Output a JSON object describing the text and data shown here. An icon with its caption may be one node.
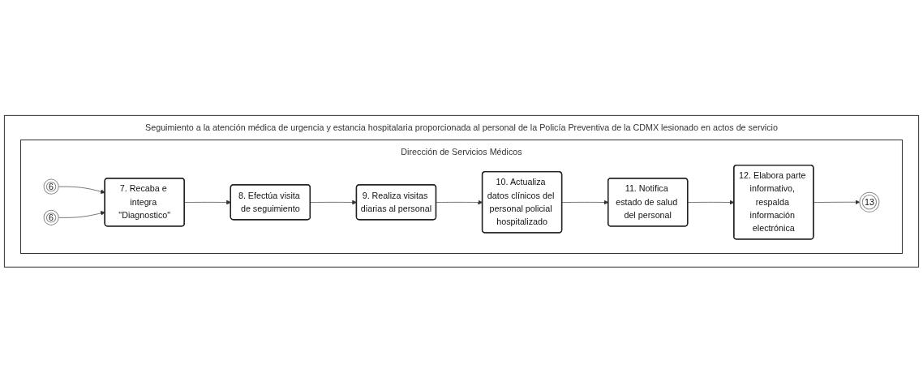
{
  "diagram": {
    "nodes": [
      {
        "text": [
          "Seguimiento a la atención médica de urgencia y estancia hospitalaria proporcionada al personal de la Policía Preventiva de la CDMX lesionado en actos de servicio"
        ]
      },
      {
        "text": [
          "Dirección de Servicios Médicos"
        ],
        "in": 0
      },
      {
        "text": [
          "6"
        ],
        "in": 1
      },
      {
        "text": [
          "6"
        ],
        "in": 1
      },
      {
        "text": [
          "7. Recaba e integra \"Diagnostico\""
        ],
        "in": 1
      },
      {
        "text": [
          "8. Efectúa visita de seguimiento"
        ],
        "in": 1
      },
      {
        "text": [
          "9. Realiza visitas diarias al personal"
        ],
        "in": 1
      },
      {
        "text": [
          "10. Actualiza datos clínicos del personal policial hospitalizado"
        ],
        "in": 1
      },
      {
        "text": [
          "11. Notifica estado de salud del personal"
        ],
        "in": 1
      },
      {
        "text": [
          "12. Elabora parte informativo, respalda información electrónica"
        ],
        "in": 1
      },
      {
        "text": [
          "13"
        ],
        "in": 1
      }
    ],
    "edges": [
      {
        "from": 2,
        "to": 4,
        "arrow": "to"
      },
      {
        "from": 3,
        "to": 4,
        "arrow": "to"
      },
      {
        "from": 4,
        "to": 5,
        "arrow": "to"
      },
      {
        "from": 5,
        "to": 6,
        "arrow": "to"
      },
      {
        "from": 6,
        "to": 7,
        "arrow": "to"
      },
      {
        "from": 7,
        "to": 8,
        "arrow": "to"
      },
      {
        "from": 8,
        "to": 9,
        "arrow": "to"
      },
      {
        "from": 9,
        "to": 10,
        "arrow": "to"
      }
    ]
  }
}
